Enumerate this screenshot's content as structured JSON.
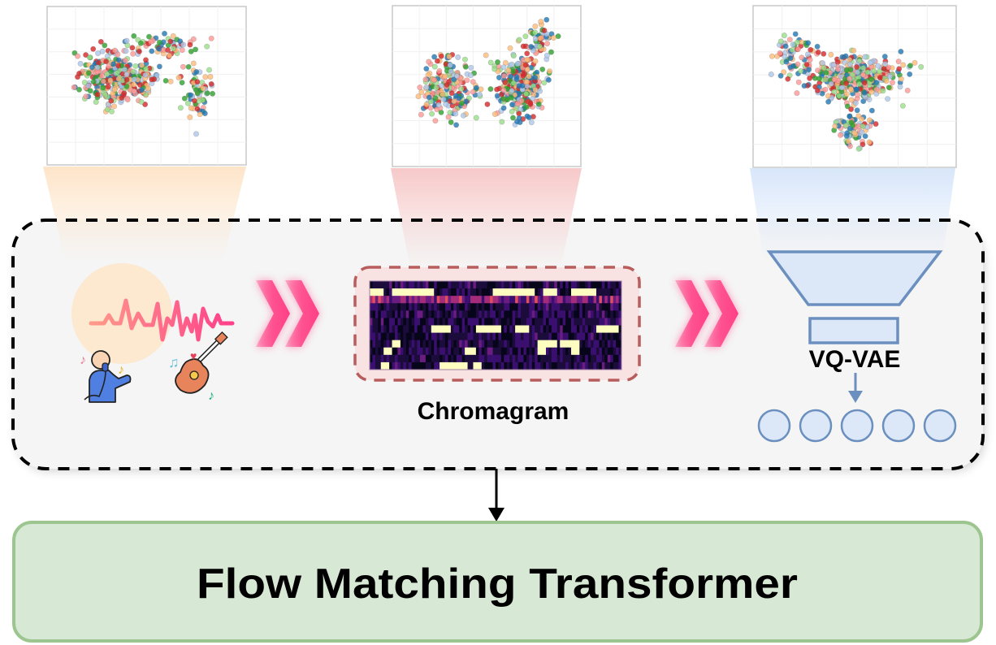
{
  "diagram": {
    "title": "Audio to Flow Matching Transformer conditioning pipeline",
    "stages": [
      {
        "id": "audio",
        "label": "",
        "icons": [
          "waveform-icon",
          "singer-icon",
          "guitar-icon",
          "music-note-icon",
          "heart-icon"
        ],
        "accent": "#fde8d0"
      },
      {
        "id": "chromagram",
        "label": "Chromagram",
        "accent": "#f8d3d3"
      },
      {
        "id": "vqvae",
        "label": "VQ-VAE",
        "tokens": 5,
        "accent": "#dbe8f8"
      }
    ],
    "arrows": [
      "double-chevron-icon",
      "double-chevron-icon"
    ],
    "output_block": {
      "label": "Flow Matching Transformer",
      "fill": "#d7e8d4",
      "stroke": "#9cc590"
    },
    "colors": {
      "container_fill": "#f5f5f5",
      "chevron": "#ff4d8d",
      "vq_fill": "#dce8f8",
      "vq_stroke": "#6b8fbf",
      "chroma_border": "#b85c5c",
      "chroma_bg": "#f8e2e2"
    },
    "scatter_palette": [
      "#1f77b4",
      "#aec7e8",
      "#2ca02c",
      "#98df8a",
      "#d62728",
      "#ff9896",
      "#ffbb78"
    ]
  }
}
